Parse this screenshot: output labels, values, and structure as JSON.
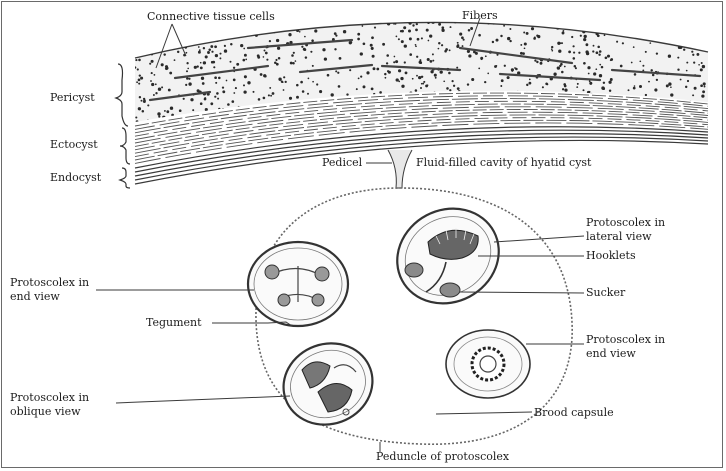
{
  "colors": {
    "ink": "#1c1c1c",
    "line": "#3a3a3a",
    "background": "#ffffff"
  },
  "labels": {
    "connective_tissue_cells": "Connective tissue cells",
    "fibers": "Fibers",
    "pericyst": "Pericyst",
    "ectocyst": "Ectocyst",
    "endocyst": "Endocyst",
    "pedicel": "Pedicel",
    "fluid_filled_cavity": "Fluid-filled cavity of hyatid cyst",
    "protoscolex_lateral_line1": "Protoscolex in",
    "protoscolex_lateral_line2": "lateral view",
    "hooklets": "Hooklets",
    "sucker": "Sucker",
    "protoscolex_end_left_line1": "Protoscolex in",
    "protoscolex_end_left_line2": "end view",
    "tegument": "Tegument",
    "protoscolex_end_right_line1": "Protoscolex in",
    "protoscolex_end_right_line2": "end view",
    "protoscolex_oblique_line1": "Protoscolex in",
    "protoscolex_oblique_line2": "oblique view",
    "brood_capsule": "Brood capsule",
    "peduncle": "Peduncle of protoscolex"
  }
}
